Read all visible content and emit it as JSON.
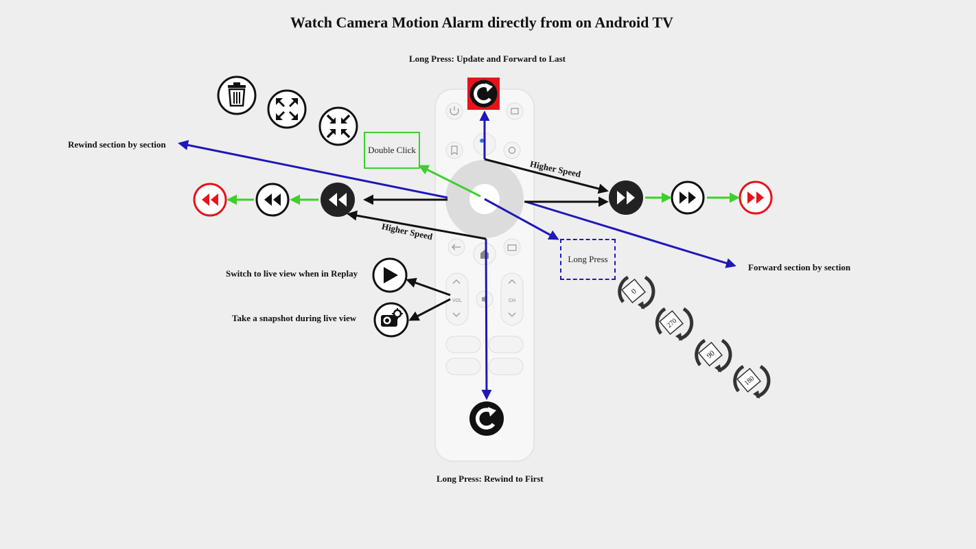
{
  "title": "Watch Camera Motion Alarm directly from on Android TV",
  "labels": {
    "long_press_top": "Long Press: Update and Forward to Last",
    "long_press_bottom": "Long Press: Rewind to First",
    "rewind_section": "Rewind section by section",
    "forward_section": "Forward section by section",
    "higher_speed_right": "Higher Speed",
    "higher_speed_left": "Higher Speed",
    "double_click": "Double Click",
    "long_press": "Long Press",
    "switch_live": "Switch to live view when in Replay",
    "snapshot": "Take a snapshot during live view"
  },
  "remote": {
    "vol": "VOL",
    "ch": "CH"
  },
  "rotation_icons": [
    "0",
    "270",
    "90",
    "180"
  ],
  "colors": {
    "background": "#eeeeee",
    "blue_arrow": "#1f17b8",
    "green_arrow": "#3bd12b",
    "black_arrow": "#111111",
    "red": "#e5141b",
    "remote_body": "#f7f7f7"
  },
  "icons": [
    "trash-icon",
    "expand-icon",
    "collapse-icon",
    "refresh-icon",
    "rewind-icon",
    "fast-forward-icon",
    "play-icon",
    "camera-icon",
    "rotate-icon"
  ]
}
